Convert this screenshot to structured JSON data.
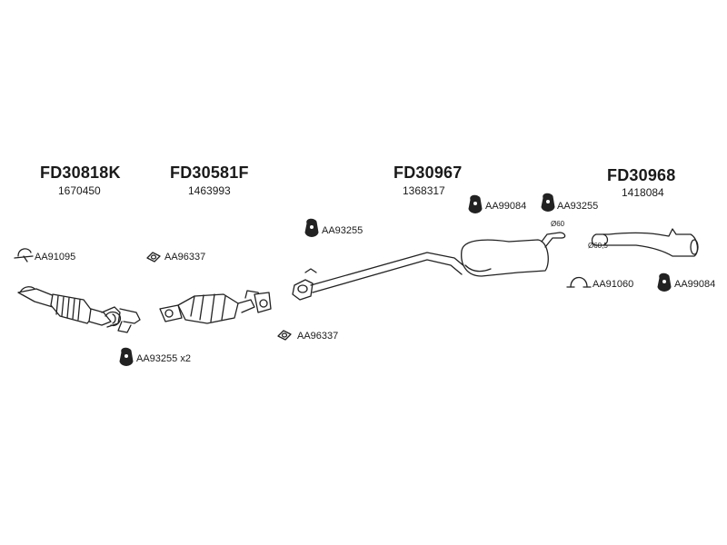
{
  "parts": [
    {
      "code": "FD30818K",
      "ref": "1670450"
    },
    {
      "code": "FD30581F",
      "ref": "1463993"
    },
    {
      "code": "FD30967",
      "ref": "1368317"
    },
    {
      "code": "FD30968",
      "ref": "1418084"
    }
  ],
  "accessories": [
    {
      "label": "AA91095",
      "icon": "exhaust-clamp-icon"
    },
    {
      "label": "AA96337",
      "icon": "gasket-ring-icon"
    },
    {
      "label": "AA93255",
      "icon": "rubber-hanger-icon"
    },
    {
      "label": "AA99084",
      "icon": "rubber-hanger-icon"
    },
    {
      "label": "AA93255",
      "icon": "rubber-hanger-icon"
    },
    {
      "label": "AA96337",
      "icon": "gasket-ring-icon"
    },
    {
      "label": "AA91060",
      "icon": "exhaust-clamp-icon"
    },
    {
      "label": "AA99084",
      "icon": "rubber-hanger-icon"
    },
    {
      "label": "AA93255 x2",
      "icon": "rubber-hanger-icon"
    }
  ],
  "dimensions": {
    "d1": "Ø60",
    "d2": "Ø60,5"
  }
}
